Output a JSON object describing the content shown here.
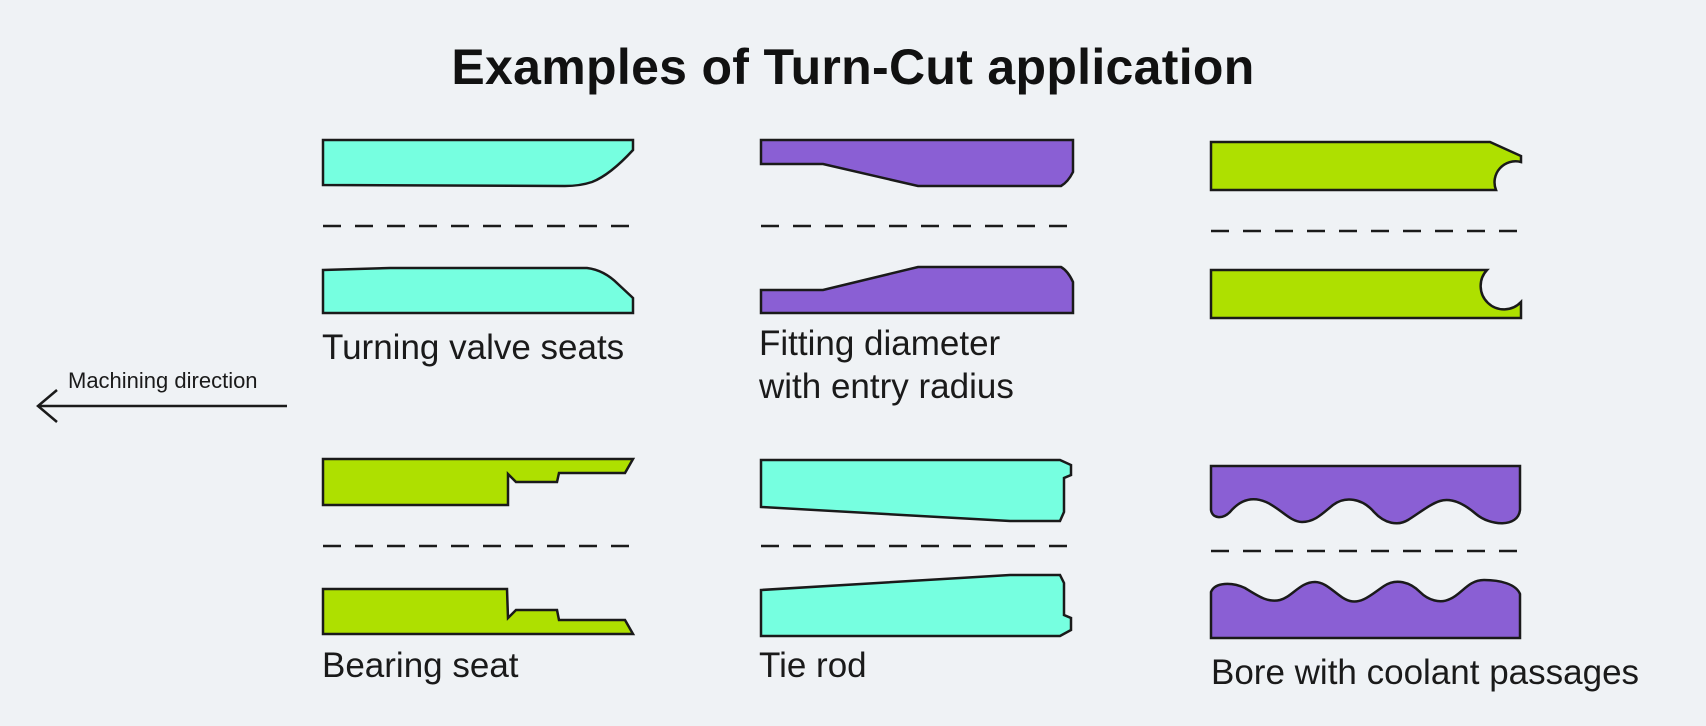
{
  "title": "Examples of Turn-Cut application",
  "direction_label": "Machining direction",
  "colors": {
    "cyan": "#76ffe0",
    "purple": "#8a5fd4",
    "lime": "#aee000",
    "outline": "#1a1a1a",
    "background": "#eff2f5"
  },
  "examples": [
    {
      "id": "valve-seats",
      "label_lines": [
        "Turning valve seats"
      ],
      "color": "cyan"
    },
    {
      "id": "fitting-diameter",
      "label_lines": [
        "Fitting diameter",
        "with entry radius"
      ],
      "color": "purple"
    },
    {
      "id": "groove",
      "label_lines": [],
      "color": "lime"
    },
    {
      "id": "bearing-seat",
      "label_lines": [
        "Bearing seat"
      ],
      "color": "lime"
    },
    {
      "id": "tie-rod",
      "label_lines": [
        "Tie rod"
      ],
      "color": "cyan"
    },
    {
      "id": "bore-coolant",
      "label_lines": [
        "Bore with coolant passages"
      ],
      "color": "purple"
    }
  ]
}
